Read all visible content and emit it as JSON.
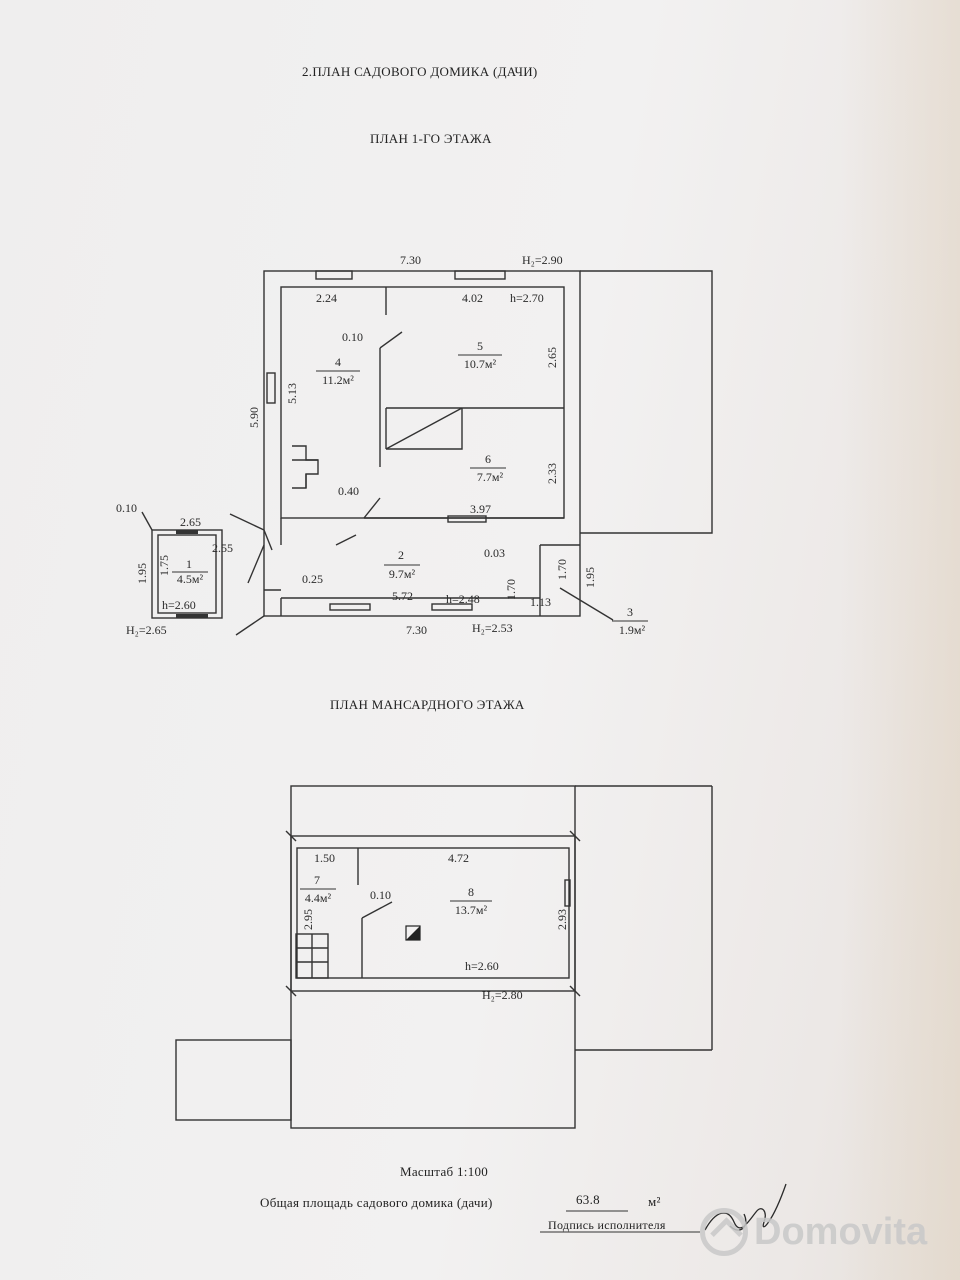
{
  "header": {
    "main_title": "2.ПЛАН САДОВОГО ДОМИКА (ДАЧИ)",
    "floor1_title": "ПЛАН 1-ГО ЭТАЖА",
    "attic_title": "ПЛАН  МАНСАРДНОГО ЭТАЖА"
  },
  "floor1": {
    "dims": {
      "top_width": "7.30",
      "top_height_mark": "H₂=2.90",
      "room4_top": "2.24",
      "room5_top": "4.02",
      "room5_h": "h=2.70",
      "wall_010": "0.10",
      "room5_right": "2.65",
      "left_total": "5.90",
      "room4_height": "5.13",
      "room6_right": "2.33",
      "door_040": "0.40",
      "room6_bottom": "3.97",
      "room2_003": "0.03",
      "room3_170_a": "1.70",
      "room3_170_b": "1.70",
      "outer_195": "1.95",
      "room3_113": "1.13",
      "room2_025": "0.25",
      "room2_572": "5.72",
      "room2_h": "h=2.48",
      "bottom_width": "7.30",
      "bottom_height_mark": "H₂=2.53",
      "porch_010": "0.10",
      "porch_265": "2.65",
      "porch_255": "2.55",
      "porch_195": "1.95",
      "porch_175": "1.75",
      "porch_h": "h=2.60",
      "porch_height_mark": "H₂=2.65"
    },
    "rooms": [
      {
        "num": "1",
        "area": "4.5м²"
      },
      {
        "num": "2",
        "area": "9.7м²"
      },
      {
        "num": "3",
        "area": "1.9м²"
      },
      {
        "num": "4",
        "area": "11.2м²"
      },
      {
        "num": "5",
        "area": "10.7м²"
      },
      {
        "num": "6",
        "area": "7.7м²"
      }
    ]
  },
  "attic": {
    "dims": {
      "room7_top": "1.50",
      "room8_top": "4.72",
      "wall_010": "0.10",
      "room7_height": "2.95",
      "room8_height": "2.93",
      "room8_h": "h=2.60",
      "height_mark": "H₂=2.80"
    },
    "rooms": [
      {
        "num": "7",
        "area": "4.4м²"
      },
      {
        "num": "8",
        "area": "13.7м²"
      }
    ]
  },
  "footer": {
    "scale": "Масштаб 1:100",
    "total_label": "Общая площадь садового домика (дачи)",
    "total_value": "63.8",
    "total_unit": "м²",
    "signature_label": "Подпись исполнителя"
  },
  "watermark": {
    "brand": "Domovita",
    "icon": "domovita-logo-icon"
  }
}
